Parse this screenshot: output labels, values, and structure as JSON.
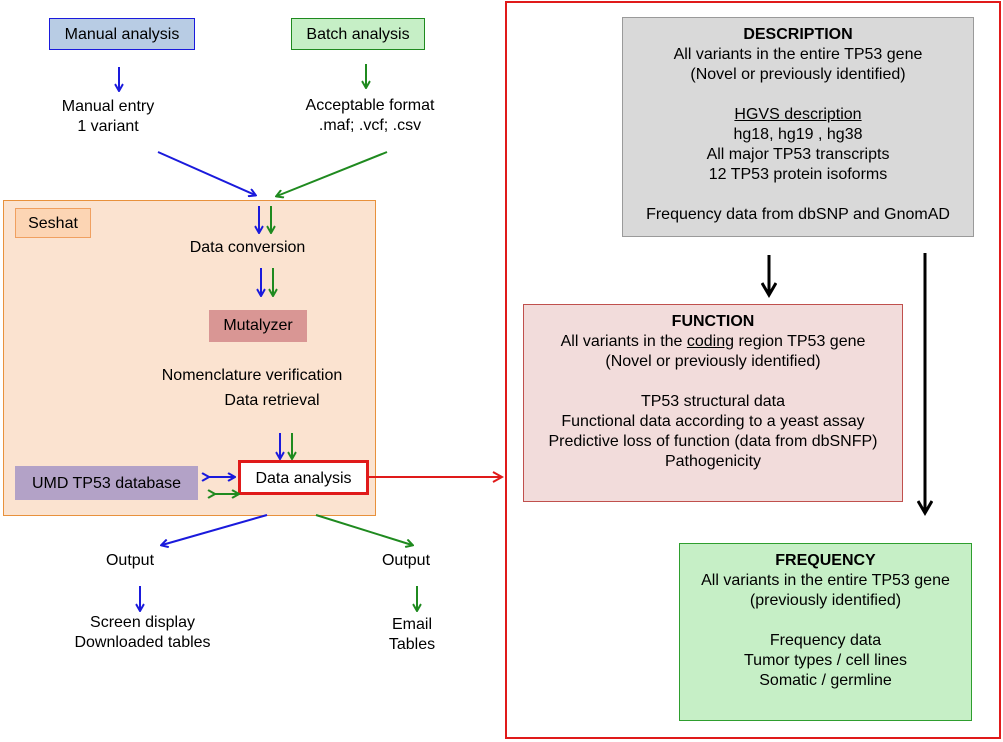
{
  "inputs": {
    "manual": {
      "label": "Manual analysis",
      "entry_line1": "Manual entry",
      "entry_line2": "1 variant"
    },
    "batch": {
      "label": "Batch analysis",
      "format_line1": "Acceptable format",
      "format_line2": ".maf; .vcf; .csv"
    }
  },
  "seshat": {
    "label": "Seshat",
    "data_conversion": "Data conversion",
    "mutalyzer": "Mutalyzer",
    "nomenclature": "Nomenclature verification",
    "retrieval": "Data retrieval",
    "umd": "UMD TP53 database",
    "analysis": "Data analysis"
  },
  "outputs": {
    "left": {
      "title": "Output",
      "line1": "Screen display",
      "line2": "Downloaded tables"
    },
    "right": {
      "title": "Output",
      "line1": "Email",
      "line2": "Tables"
    }
  },
  "description": {
    "title": "DESCRIPTION",
    "line1": "All variants in the entire TP53 gene",
    "line2": "(Novel or previously identified)",
    "hgvs": "HGVS description",
    "line3": "hg18, hg19 , hg38",
    "line4": "All major TP53 transcripts",
    "line5": "12 TP53 protein isoforms",
    "line6": "Frequency data from dbSNP and GnomAD"
  },
  "function": {
    "title": "FUNCTION",
    "line1_a": "All variants in the ",
    "line1_b": "coding",
    "line1_c": " region TP53 gene",
    "line2": "(Novel or previously identified)",
    "line3": "TP53 structural data",
    "line4": "Functional data according to a yeast assay",
    "line5": "Predictive loss of function (data from dbSNFP)",
    "line6": "Pathogenicity"
  },
  "frequency": {
    "title": "FREQUENCY",
    "line1": "All variants in the entire TP53 gene",
    "line2": "(previously identified)",
    "line3": "Frequency data",
    "line4": "Tumor  types / cell lines",
    "line5": "Somatic / germline"
  },
  "colors": {
    "blue_arrow": "#1a1adc",
    "green_arrow": "#1f8a1f",
    "red": "#e01a1a",
    "manual_fill": "#b8cce4",
    "batch_fill": "#c6efc6",
    "seshat_fill": "#fbe3d0",
    "seshat_border": "#e8913c",
    "mutalyzer_fill": "#d99694",
    "umd_fill": "#b3a2c7",
    "description_fill": "#d9d9d9",
    "function_fill": "#f2dcdb",
    "frequency_fill": "#c6efc6"
  }
}
